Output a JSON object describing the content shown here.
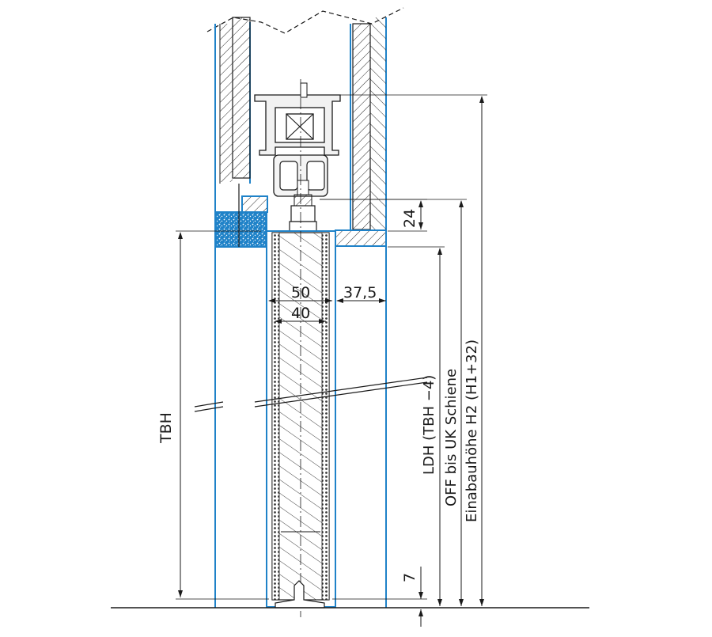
{
  "drawing": {
    "dimensions": {
      "width_50": "50",
      "width_40": "40",
      "gap_37_5": "37,5",
      "height_24": "24",
      "height_7": "7",
      "tbh": "TBH",
      "ldh": "LDH (TBH −4)",
      "off": "OFF bis UK Schiene",
      "einbau": "Einabauhöhe H2 (H1+32)"
    },
    "colors": {
      "line": "#1a1a1a",
      "blue": "#1f82c8",
      "hatch": "#2a2a2a",
      "speckle": "#1f82c8"
    }
  }
}
